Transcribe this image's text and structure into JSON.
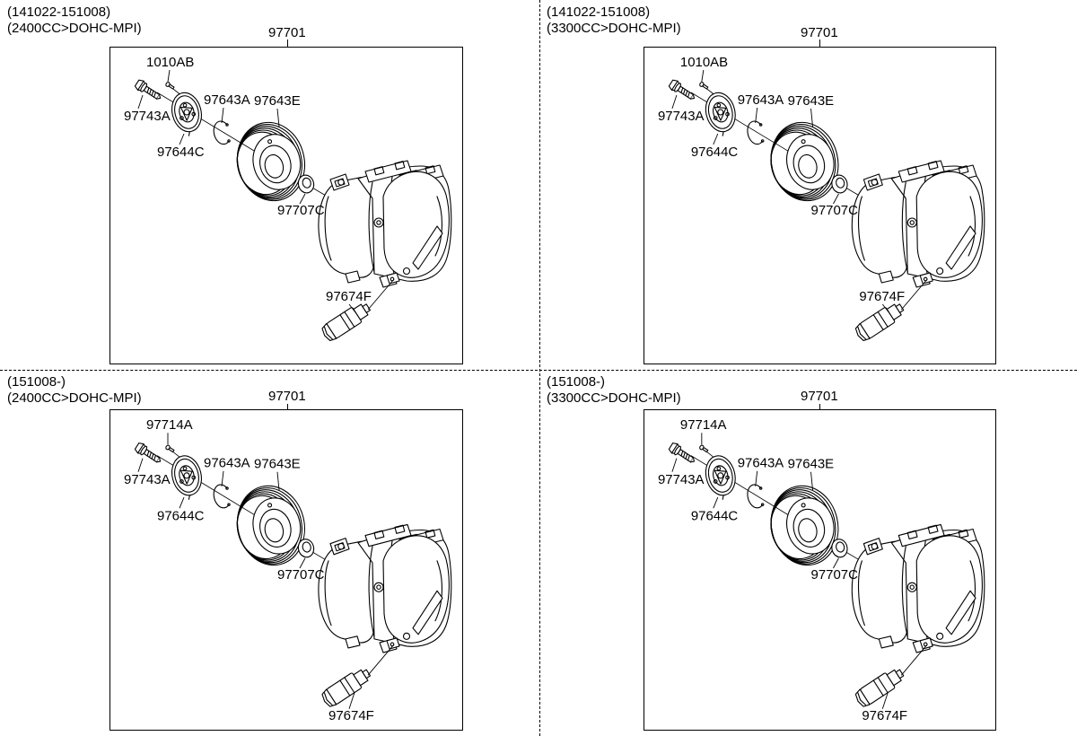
{
  "colors": {
    "ink": "#000000",
    "paper": "#ffffff"
  },
  "quadrants": [
    {
      "id": "top-left",
      "caption_line1": "(141022-151008)",
      "caption_line2": "(2400CC>DOHC-MPI)",
      "assembly_label": "97701",
      "parts": [
        {
          "label": "1010AB"
        },
        {
          "label": "97743A"
        },
        {
          "label": "97644C"
        },
        {
          "label": "97643A"
        },
        {
          "label": "97643E"
        },
        {
          "label": "97707C"
        },
        {
          "label": "97674F"
        }
      ]
    },
    {
      "id": "top-right",
      "caption_line1": "(141022-151008)",
      "caption_line2": "(3300CC>DOHC-MPI)",
      "assembly_label": "97701",
      "parts": [
        {
          "label": "1010AB"
        },
        {
          "label": "97743A"
        },
        {
          "label": "97644C"
        },
        {
          "label": "97643A"
        },
        {
          "label": "97643E"
        },
        {
          "label": "97707C"
        },
        {
          "label": "97674F"
        }
      ]
    },
    {
      "id": "bottom-left",
      "caption_line1": "(151008-)",
      "caption_line2": "(2400CC>DOHC-MPI)",
      "assembly_label": "97701",
      "parts": [
        {
          "label": "97714A"
        },
        {
          "label": "97743A"
        },
        {
          "label": "97644C"
        },
        {
          "label": "97643A"
        },
        {
          "label": "97643E"
        },
        {
          "label": "97707C"
        },
        {
          "label": "97674F"
        }
      ]
    },
    {
      "id": "bottom-right",
      "caption_line1": "(151008-)",
      "caption_line2": "(3300CC>DOHC-MPI)",
      "assembly_label": "97701",
      "parts": [
        {
          "label": "97714A"
        },
        {
          "label": "97743A"
        },
        {
          "label": "97644C"
        },
        {
          "label": "97643A"
        },
        {
          "label": "97643E"
        },
        {
          "label": "97707C"
        },
        {
          "label": "97674F"
        }
      ]
    }
  ]
}
